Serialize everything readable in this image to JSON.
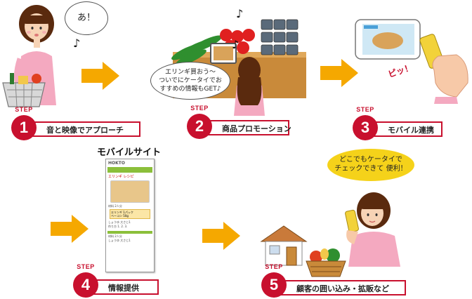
{
  "steps": [
    {
      "tag": "STEP",
      "number": "1",
      "label": "音と映像でアプローチ"
    },
    {
      "tag": "STEP",
      "number": "2",
      "label": "商品プロモーション"
    },
    {
      "tag": "STEP",
      "number": "3",
      "label": "モバイル連携"
    },
    {
      "tag": "STEP",
      "number": "4",
      "label": "情報提供"
    },
    {
      "tag": "STEP",
      "number": "5",
      "label": "顧客の囲い込み・拡販など"
    }
  ],
  "bubbles": {
    "ah": "あ！",
    "shop_line1": "エリンギ買おう～",
    "shop_line2": "ついでにケータイでお",
    "shop_line3": "すすめの情報もGET♪",
    "check_line1": "どこでもケータイで",
    "check_line2": "チェックできて 便利！"
  },
  "beep": "ピッ！",
  "mobile_site_caption": "モバイルサイト",
  "notes": {
    "note": "♪"
  },
  "phone": {
    "logo": "HOKTO",
    "title": "エリンギ レシピ",
    "lines": [
      "材料 2人分",
      "エリンギ 1パック",
      "ベーコン 50g",
      "しょうゆ 大さじ1",
      "作り方 1. 2. 3."
    ]
  },
  "colors": {
    "accent": "#c8102e",
    "arrow": "#f5a800",
    "pink": "#f4a9c0",
    "yellow": "#f5d21a"
  }
}
